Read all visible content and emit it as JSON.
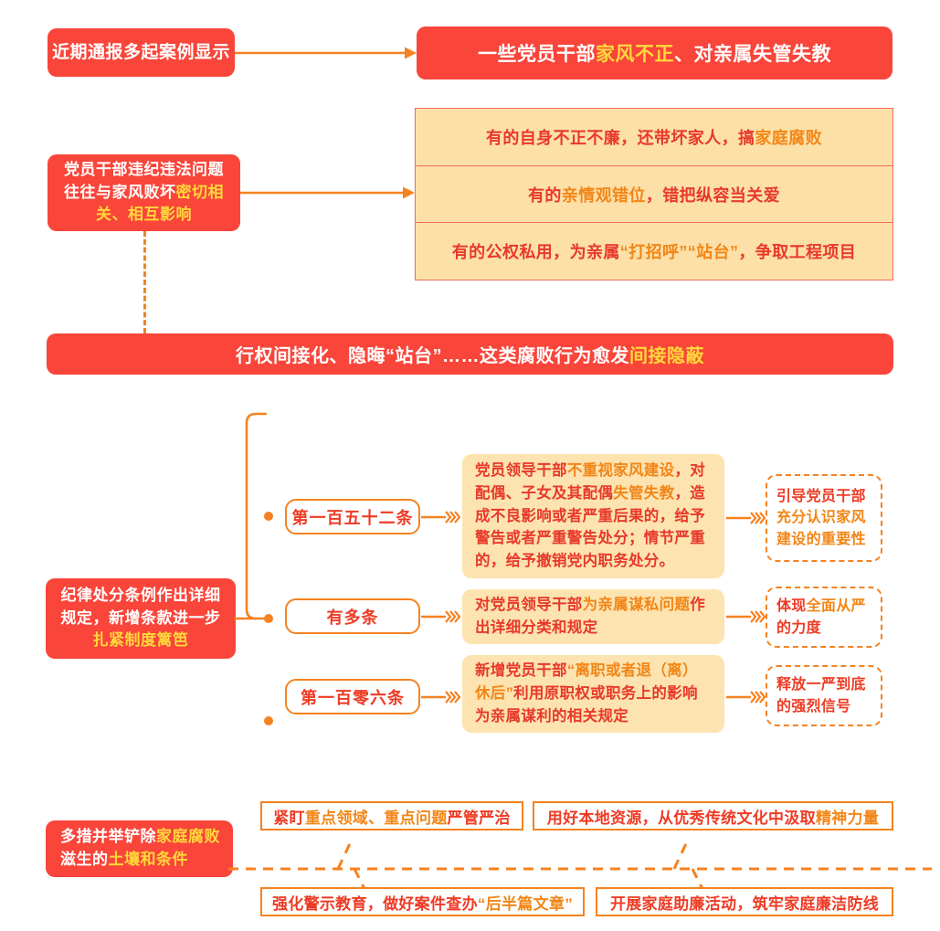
{
  "meta": {
    "colors": {
      "red": "#F9453A",
      "orange": "#F58220",
      "yellow": "#FFD83B",
      "light_orange_panel": "#FCE0A8",
      "text_red": "#E8392B",
      "white": "#FFFFFF"
    }
  },
  "section1": {
    "source_label": "近期通报多起案例显示",
    "headline": {
      "pre": "一些党员干部",
      "hl": "家风不正",
      "post": "、对亲属失管失教"
    }
  },
  "section2": {
    "left_box": {
      "line1": "党员干部违纪违法问题",
      "line2_pre": "往往与家风败坏",
      "line2_hl": "密切相",
      "line3_hl": "关、相互影响"
    },
    "rows": [
      {
        "pre": "有的自身不正不廉，还带坏家人，搞",
        "hl": "家庭腐败",
        "post": ""
      },
      {
        "pre": "有的",
        "hl": "亲情观错位",
        "post": "，错把纵容当关爱"
      },
      {
        "pre": "有的公权私用，为亲属",
        "hl": "“打招呼”“站台”",
        "post": "，争取工程项目"
      }
    ],
    "banner": {
      "pre": "行权间接化、隐晦“站台”……这类腐败行为愈发",
      "hl": "间接隐蔽"
    }
  },
  "section3": {
    "left_box": {
      "line1": "纪律处分条例作出详细",
      "line2": "规定，新增条款进一步",
      "line3_hl": "扎紧制度篱笆"
    },
    "branches": [
      {
        "article_label": "第一百五十二条",
        "content_parts": [
          {
            "t": "党员领导干部",
            "hl": false
          },
          {
            "t": "不重视家风建设",
            "hl": true
          },
          {
            "t": "，对配偶、子女及其配偶",
            "hl": false
          },
          {
            "t": "失管失教",
            "hl": true
          },
          {
            "t": "，造成不良影响或者严重后果的，给予警告或者严重警告处分；情节严重的，给予撤销党内职务处分。",
            "hl": false
          }
        ],
        "outcome_parts": [
          {
            "t": "引导党员干部",
            "hl": false
          },
          {
            "t": "充分认识家风建设的重要性",
            "hl": true
          }
        ]
      },
      {
        "article_label": "有多条",
        "content_parts": [
          {
            "t": "对党员领导干部",
            "hl": false
          },
          {
            "t": "为亲属谋私问题",
            "hl": true
          },
          {
            "t": "作出详细分类和规定",
            "hl": false
          }
        ],
        "outcome_parts": [
          {
            "t": "体现",
            "hl": false
          },
          {
            "t": "全面从严",
            "hl": true
          },
          {
            "t": "的力度",
            "hl": false
          }
        ]
      },
      {
        "article_label": "第一百零六条",
        "content_parts": [
          {
            "t": "新增党员干部",
            "hl": false
          },
          {
            "t": "“离职或者退（离）休后”",
            "hl": true
          },
          {
            "t": "利用原职权或职务上的影响为亲属谋利的相关规定",
            "hl": false
          }
        ],
        "outcome_parts": [
          {
            "t": "释放一严到底",
            "hl": false
          },
          {
            "t": "的强烈信号",
            "hl": false
          }
        ]
      }
    ]
  },
  "section4": {
    "left_box": {
      "line1_pre": "多措并举铲除",
      "line1_hl": "家庭腐败",
      "line2_pre": "滋生的",
      "line2_hl": "土壤和条件"
    },
    "measures": [
      {
        "position": "top-left",
        "parts": [
          {
            "t": "紧盯",
            "hl": false
          },
          {
            "t": "重点领域、重点问题",
            "hl": true
          },
          {
            "t": "严管严治",
            "hl": false
          }
        ]
      },
      {
        "position": "top-right",
        "parts": [
          {
            "t": "用好本地资源，从优秀传统文化中汲取",
            "hl": false
          },
          {
            "t": "精神力量",
            "hl": true
          }
        ]
      },
      {
        "position": "bottom-left",
        "parts": [
          {
            "t": "强化警示教育，做好案件查办",
            "hl": false
          },
          {
            "t": "“后半篇文章”",
            "hl": true
          }
        ]
      },
      {
        "position": "bottom-right",
        "parts": [
          {
            "t": "开展家庭助廉活动，筑牢家庭廉洁防线",
            "hl": false
          }
        ]
      }
    ]
  }
}
